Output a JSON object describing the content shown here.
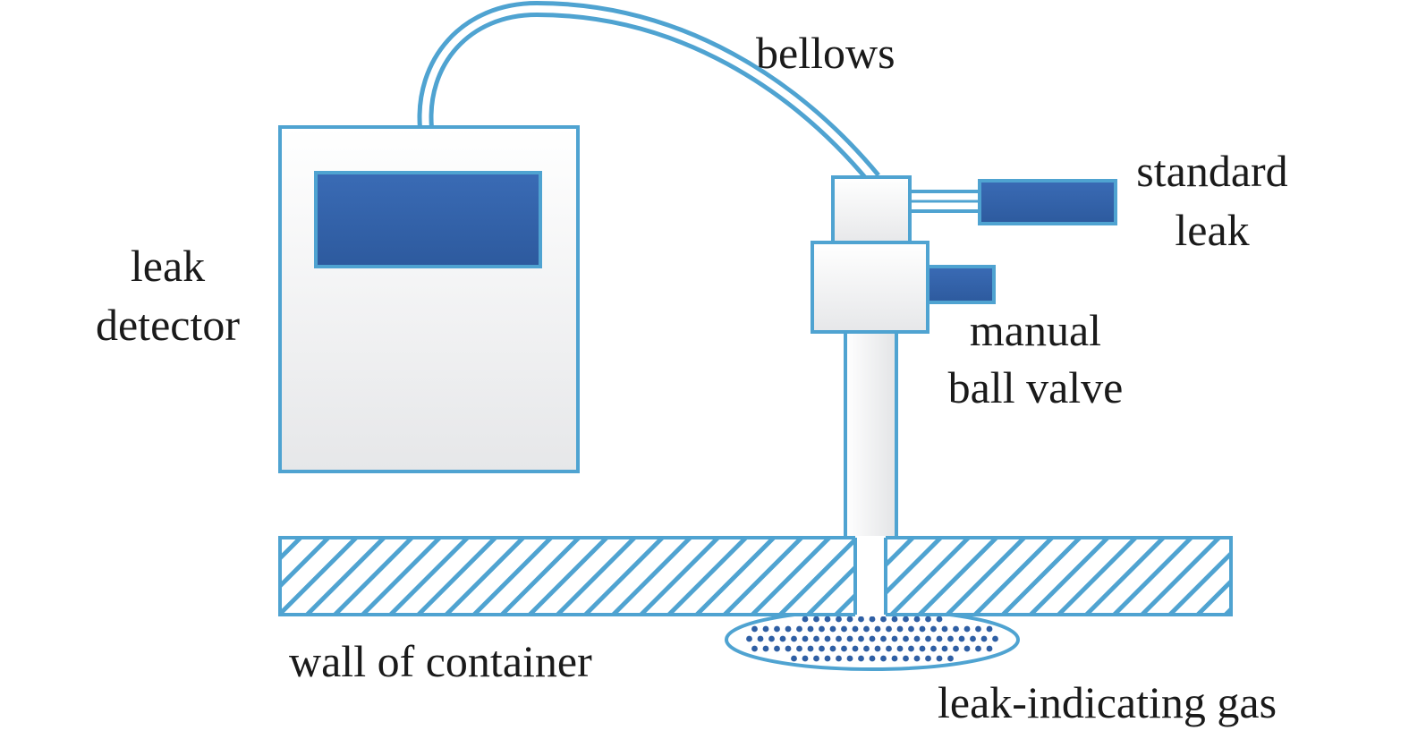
{
  "colors": {
    "outline": "#4fa3d1",
    "panel": "#2f5fa4",
    "panel_light": "#3a6bb5",
    "gas_dot": "#2f5fa4",
    "text": "#1a1a1a"
  },
  "labels": {
    "bellows": "bellows",
    "standard_leak_1": "standard",
    "standard_leak_2": "leak",
    "leak_detector_1": "leak",
    "leak_detector_2": "detector",
    "ball_valve_1": "manual",
    "ball_valve_2": "ball valve",
    "wall": "wall of container",
    "gas": "leak-indicating gas"
  }
}
